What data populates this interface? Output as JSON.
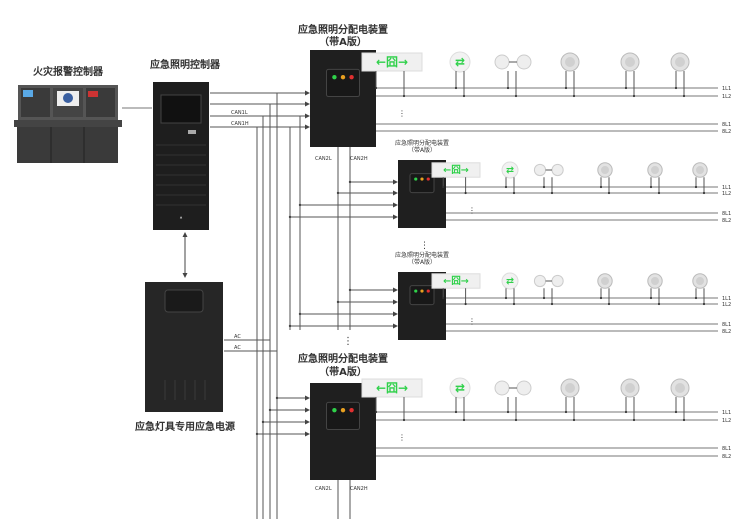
{
  "fire_alarm_controller": {
    "label": "火灾报警控制器"
  },
  "lighting_controller": {
    "label": "应急照明控制器"
  },
  "power_supply": {
    "label": "应急灯具专用应急电源"
  },
  "distribution_device": {
    "label_line1": "应急照明分配电装置",
    "label_line2": "（带A版）"
  },
  "bus_labels": {
    "can1l": "CAN1L",
    "can1h": "CAN1H",
    "can2l": "CAN2L",
    "can2h": "CAN2H",
    "ac1": "AC",
    "ac2": "AC"
  },
  "line_labels": [
    "1L1",
    "1L2",
    "8L1",
    "8L2"
  ],
  "ellipsis": "⋮",
  "fixtures": [
    "exit-sign",
    "direction-sign",
    "twin-spot-light",
    "ceiling-light",
    "ceiling-light",
    "ceiling-light"
  ],
  "colors": {
    "cabinet": "#2b2b2b",
    "sign_green": "#2fd14a",
    "wire": "#555555"
  }
}
